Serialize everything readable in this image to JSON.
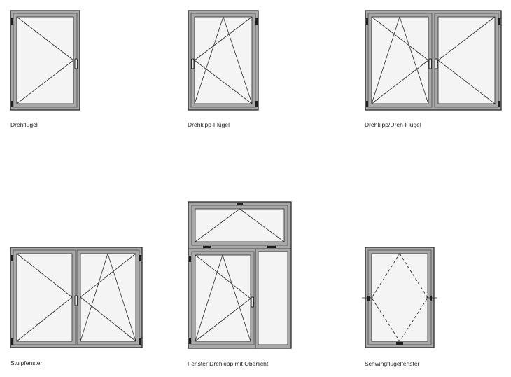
{
  "windows": [
    {
      "label": "Drehflügel"
    },
    {
      "label": "Drehkipp-Flügel"
    },
    {
      "label": "Drehkipp/Dreh-Flügel"
    },
    {
      "label": "Stulpfenster"
    },
    {
      "label": "Fenster Drehkipp mit Oberlicht"
    },
    {
      "label": "Schwingflügelfenster"
    }
  ],
  "colors": {
    "frame": "#a9a9a9",
    "glass": "#f4f4f4",
    "line": "#2a2a2a",
    "caption": "#1e1e1e"
  }
}
